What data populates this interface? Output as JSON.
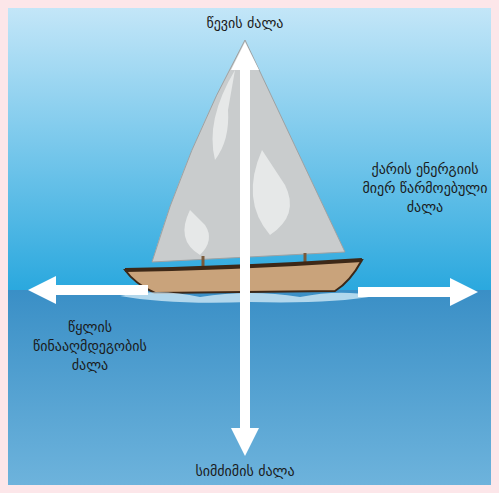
{
  "diagram": {
    "labels": [
      "წევის ძალა",
      "ქარის ენერგიის მიერ წარმოებული ძალა",
      "წყლის წინააღმდეგობის ძალა",
      "სიმძიმის ძალა"
    ]
  }
}
